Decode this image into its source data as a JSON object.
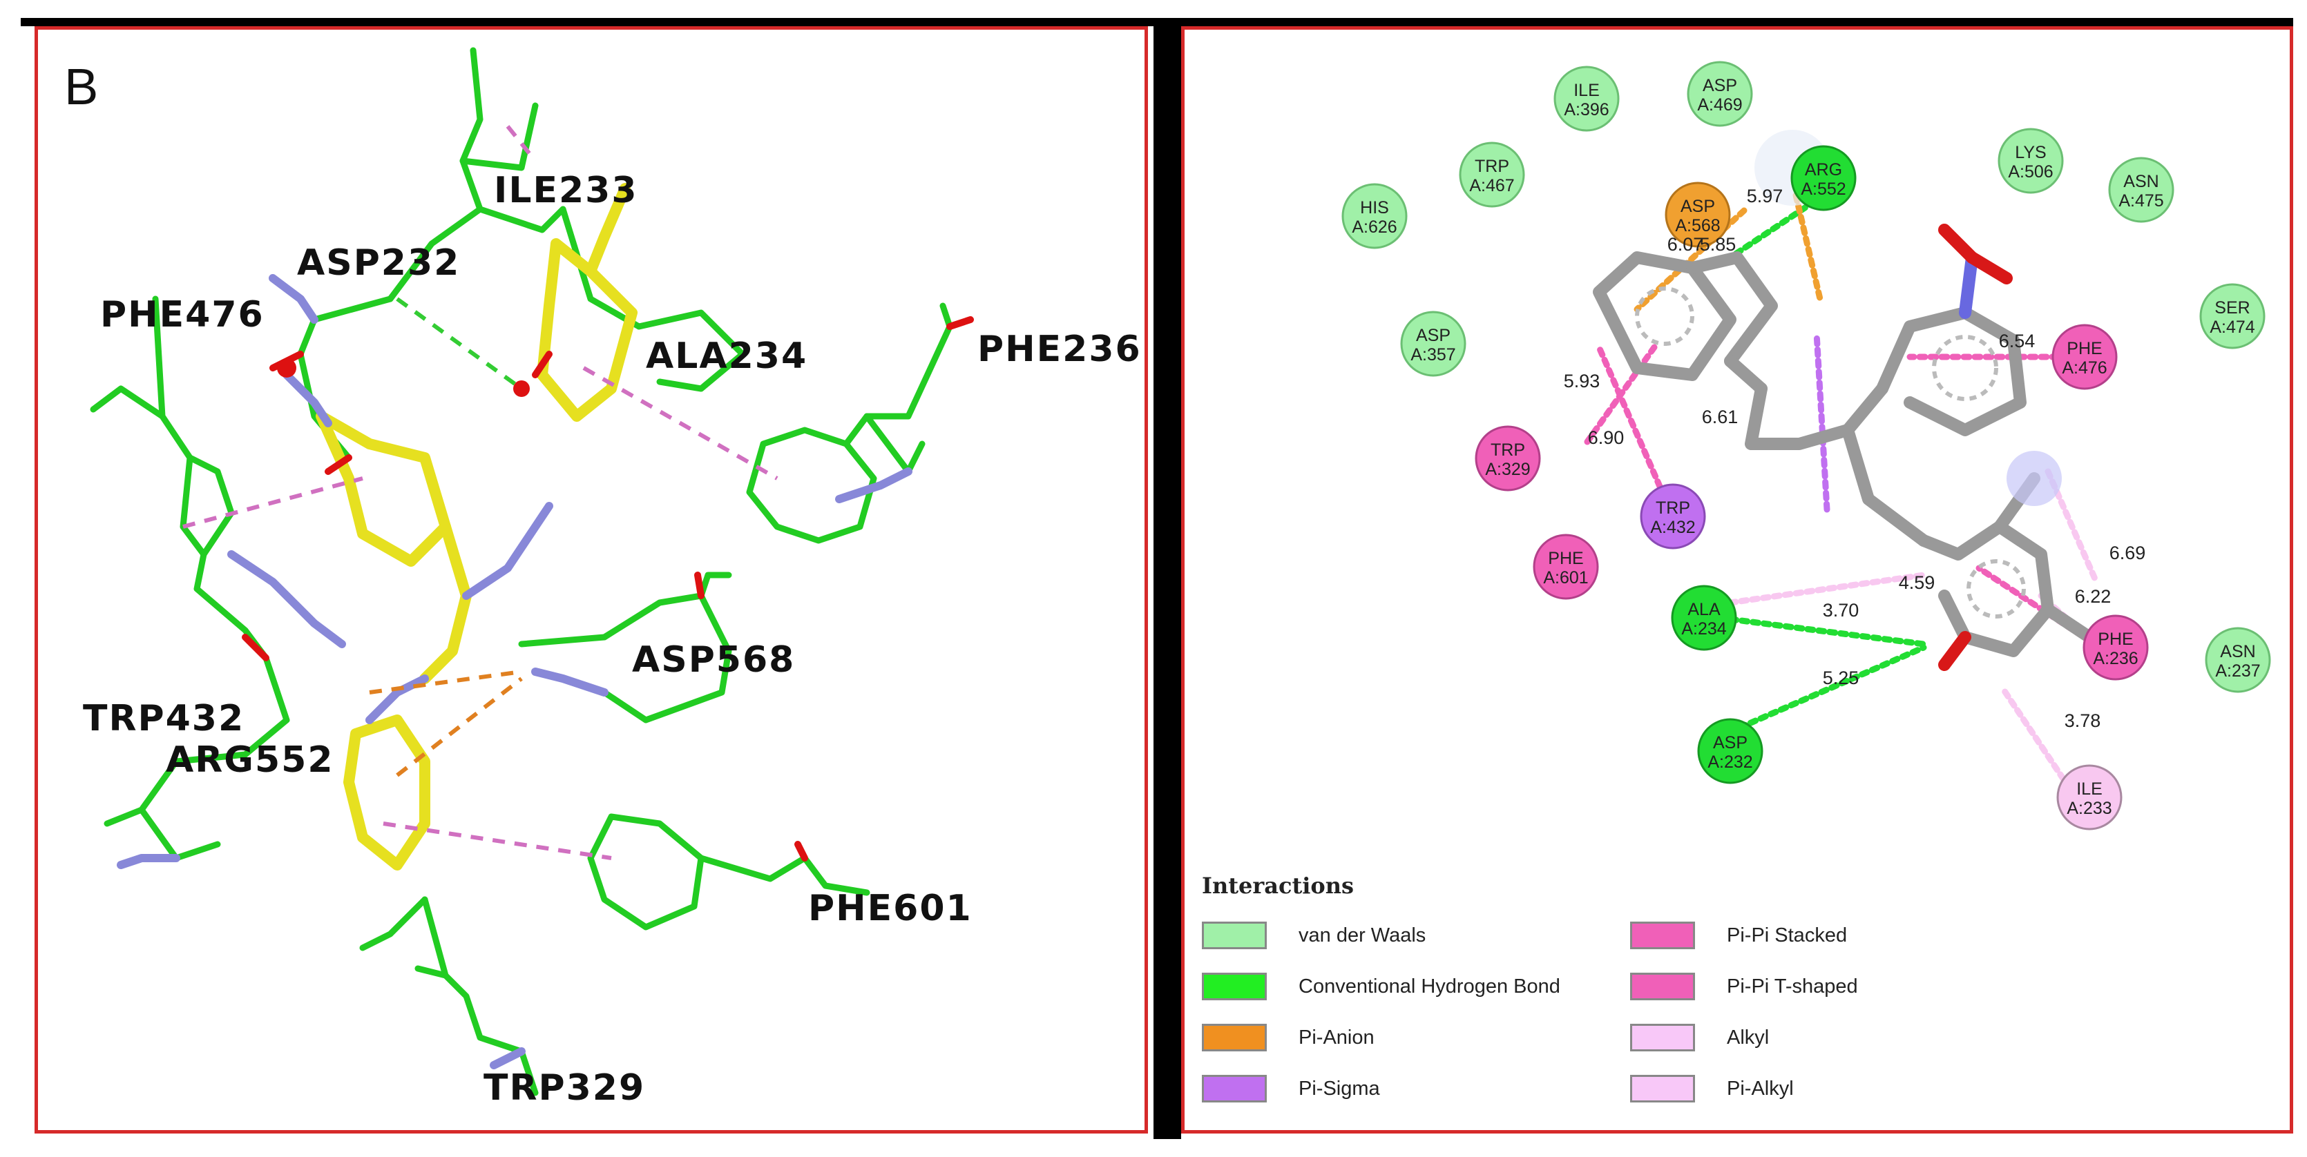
{
  "left_panel": {
    "panel_letter": "B",
    "residue_labels": {
      "ile233": "ILE233",
      "asp232": "ASP232",
      "phe476": "PHE476",
      "ala234": "ALA234",
      "phe236": "PHE236",
      "asp568": "ASP568",
      "trp432": "TRP432",
      "arg552": "ARG552",
      "phe601": "PHE601",
      "trp329": "TRP329"
    },
    "colors": {
      "protein_carbon": "#22cc22",
      "ligand_carbon": "#e6e020",
      "nitrogen": "#8888d8",
      "oxygen": "#dd1111",
      "hbond": "#33cc33",
      "pi_anion": "#e08020",
      "pi_alkyl": "#d070c0"
    }
  },
  "right_panel": {
    "residues": {
      "ile396": {
        "name": "ILE",
        "id": "A:396"
      },
      "asp469": {
        "name": "ASP",
        "id": "A:469"
      },
      "trp467": {
        "name": "TRP",
        "id": "A:467"
      },
      "his626": {
        "name": "HIS",
        "id": "A:626"
      },
      "arg552": {
        "name": "ARG",
        "id": "A:552"
      },
      "asp568": {
        "name": "ASP",
        "id": "A:568"
      },
      "lys506": {
        "name": "LYS",
        "id": "A:506"
      },
      "asn475": {
        "name": "ASN",
        "id": "A:475"
      },
      "ser474": {
        "name": "SER",
        "id": "A:474"
      },
      "asp357": {
        "name": "ASP",
        "id": "A:357"
      },
      "phe476": {
        "name": "PHE",
        "id": "A:476"
      },
      "trp329": {
        "name": "TRP",
        "id": "A:329"
      },
      "trp432": {
        "name": "TRP",
        "id": "A:432"
      },
      "phe601": {
        "name": "PHE",
        "id": "A:601"
      },
      "ala234": {
        "name": "ALA",
        "id": "A:234"
      },
      "asp232": {
        "name": "ASP",
        "id": "A:232"
      },
      "phe236": {
        "name": "PHE",
        "id": "A:236"
      },
      "asn237": {
        "name": "ASN",
        "id": "A:237"
      },
      "ile233": {
        "name": "ILE",
        "id": "A:233"
      }
    },
    "distances": {
      "d597": "5.97",
      "d607": "6.07",
      "d585": "5.85",
      "d654": "6.54",
      "d593": "5.93",
      "d690": "6.90",
      "d661": "6.61",
      "d669": "6.69",
      "d459": "4.59",
      "d370": "3.70",
      "d622": "6.22",
      "d525": "5.25",
      "d378": "3.78"
    },
    "colors": {
      "van_der_waals": "#a0f0a8",
      "conventional_hbond": "#22dd33",
      "pi_anion": "#f0a030",
      "pi_sigma": "#c070f0",
      "pi_pi_stacked": "#f060b8",
      "pi_pi_tshaped": "#f060b8",
      "alkyl": "#f8c8f0",
      "pi_alkyl": "#f8c8f0",
      "ligand_bond": "#999999"
    }
  },
  "legend": {
    "title": "Interactions",
    "items": [
      {
        "label": "van der Waals",
        "color": "#a0f0a8"
      },
      {
        "label": "Conventional Hydrogen Bond",
        "color": "#22ee22"
      },
      {
        "label": "Pi-Anion",
        "color": "#f09020"
      },
      {
        "label": "Pi-Sigma",
        "color": "#c070f0"
      },
      {
        "label": "Pi-Pi Stacked",
        "color": "#f060b8"
      },
      {
        "label": "Pi-Pi T-shaped",
        "color": "#f060b8"
      },
      {
        "label": "Alkyl",
        "color": "#f8c8f8"
      },
      {
        "label": "Pi-Alkyl",
        "color": "#f8c8f8"
      }
    ]
  }
}
